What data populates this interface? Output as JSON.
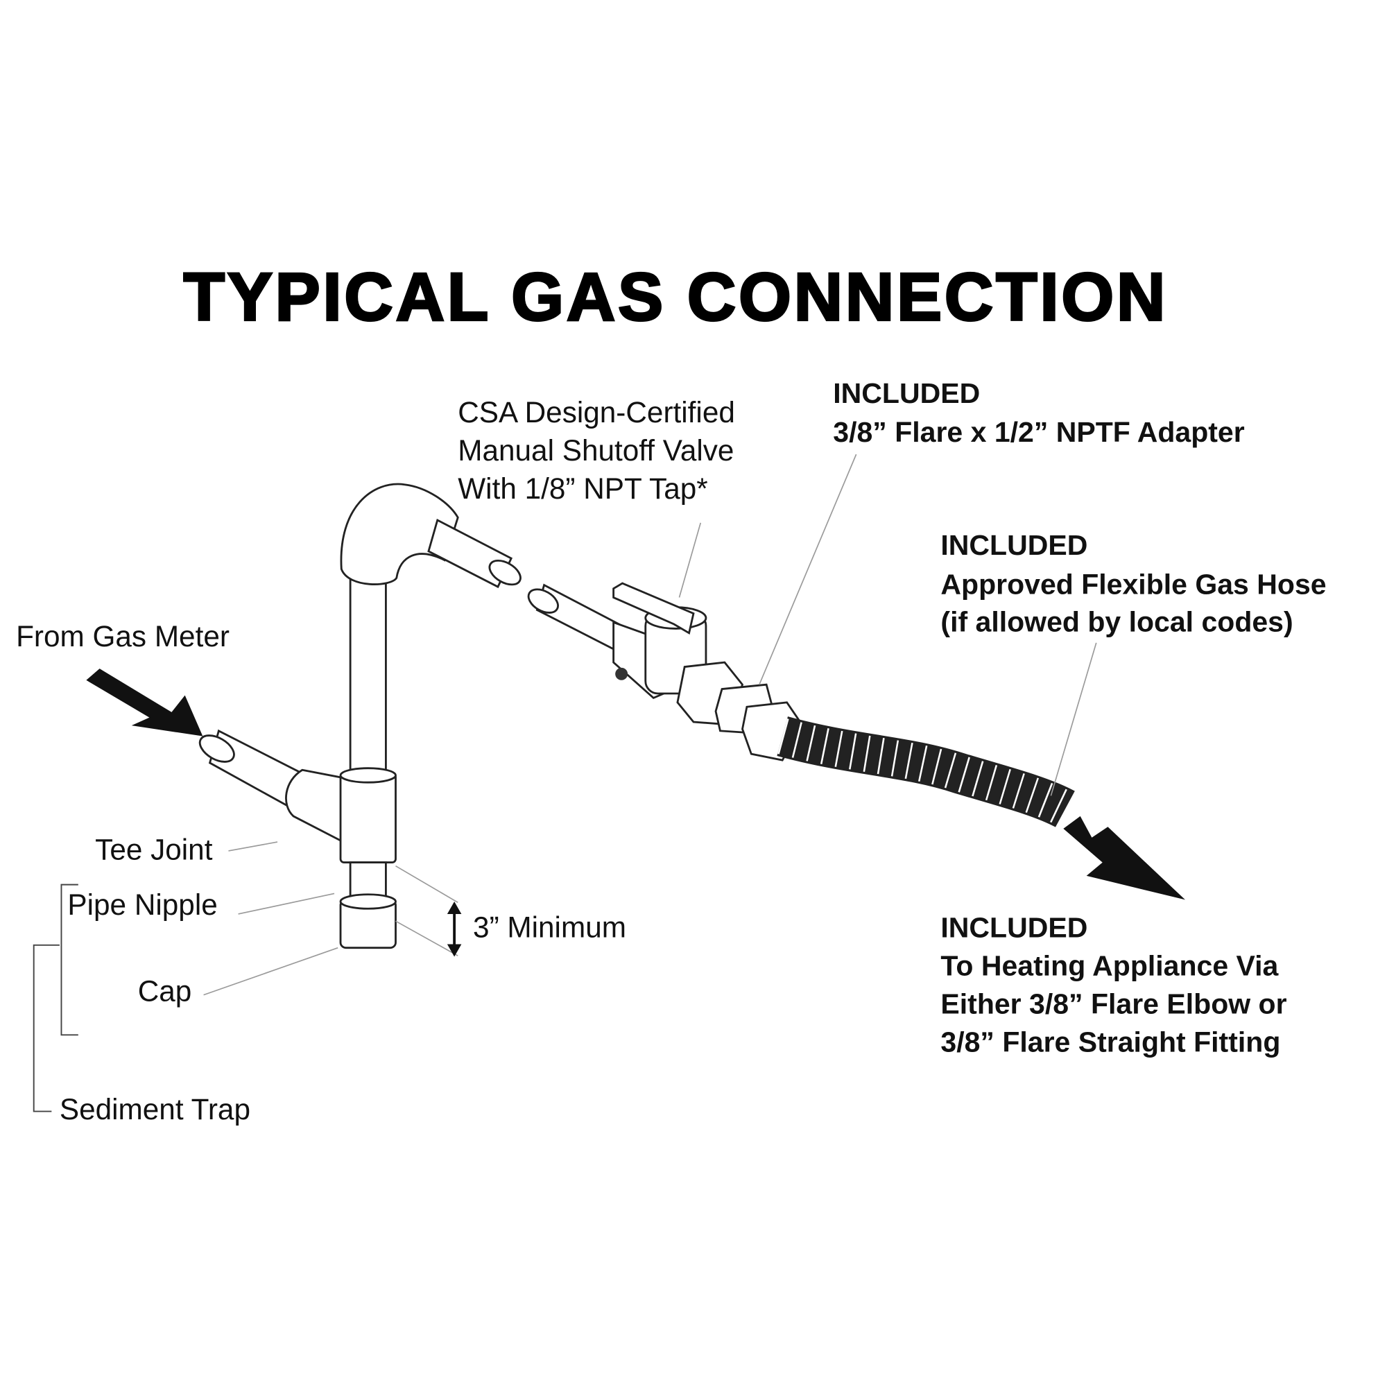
{
  "title": "TYPICAL GAS CONNECTION",
  "labels": {
    "valve": [
      "CSA Design-Certified",
      "Manual Shutoff Valve",
      "With 1/8” NPT Tap*"
    ],
    "adapter": {
      "tag": "INCLUDED",
      "text": "3/8” Flare x 1/2” NPTF Adapter"
    },
    "hose": {
      "tag": "INCLUDED",
      "lines": [
        "Approved Flexible Gas Hose",
        "(if allowed by local codes)"
      ]
    },
    "from_meter": "From Gas Meter",
    "tee_joint": "Tee Joint",
    "pipe_nipple": "Pipe Nipple",
    "minimum": "3” Minimum",
    "cap": "Cap",
    "sediment_trap": "Sediment Trap",
    "appliance": {
      "tag": "INCLUDED",
      "lines": [
        "To Heating Appliance Via",
        "Either 3/8” Flare Elbow or",
        "3/8” Flare Straight Fitting"
      ]
    }
  }
}
